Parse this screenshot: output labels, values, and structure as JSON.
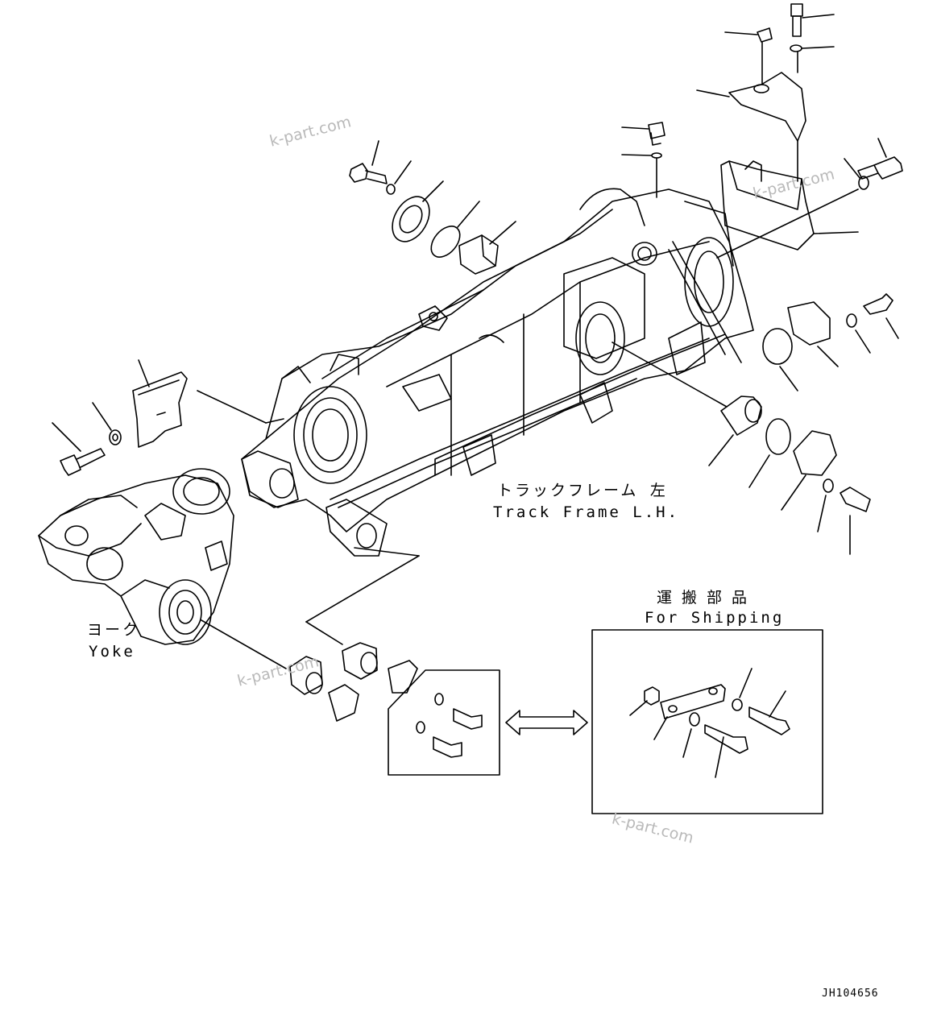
{
  "labels": {
    "track_frame_jp": "トラックフレーム 左",
    "track_frame_en": "Track Frame L.H.",
    "yoke_jp": "ヨーク",
    "yoke_en": "Yoke",
    "shipping_jp": "運搬部品",
    "shipping_en": "For Shipping"
  },
  "watermark": "k-part.com",
  "drawing_code": "JH104656",
  "colors": {
    "ink": "#000000",
    "watermark": "#b9b9b9",
    "background": "#ffffff"
  }
}
